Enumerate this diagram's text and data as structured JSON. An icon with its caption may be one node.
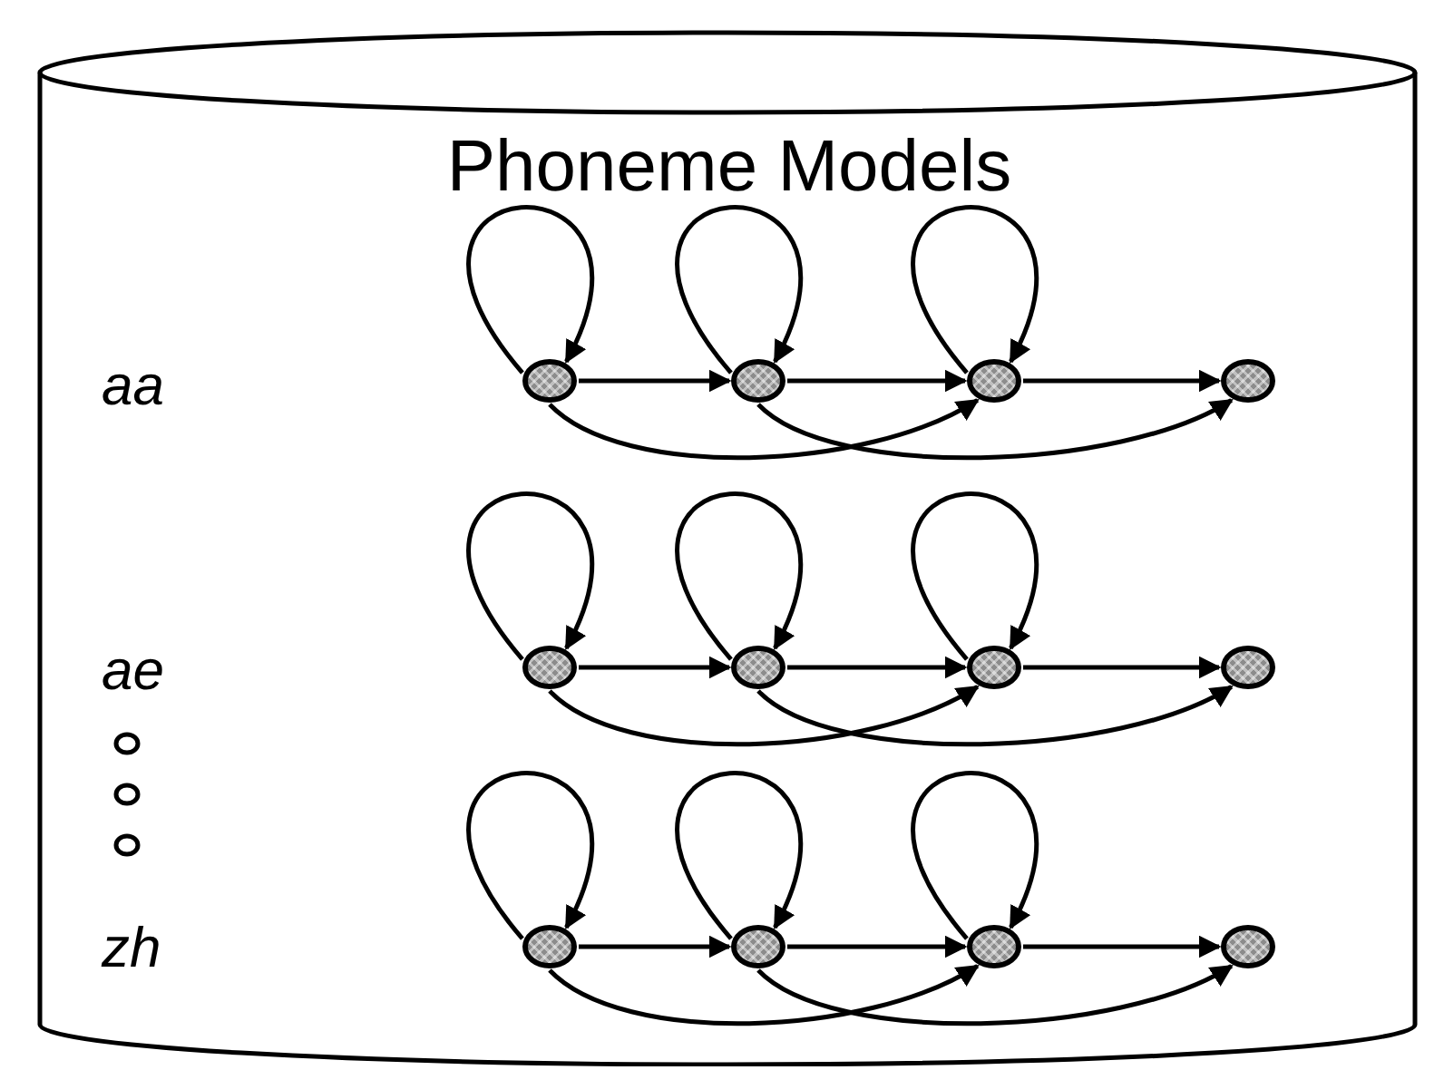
{
  "diagram": {
    "nodes": [
      {
        "text": [
          "Phoneme Models"
        ]
      },
      {
        "text": [],
        "shape": "circle",
        "in": 0
      },
      {
        "text": [],
        "shape": "circle",
        "in": 0
      },
      {
        "text": [],
        "shape": "circle",
        "in": 0
      },
      {
        "text": [],
        "shape": "circle",
        "in": 0
      },
      {
        "text": [],
        "shape": "circle",
        "in": 0
      },
      {
        "text": [],
        "shape": "circle",
        "in": 0
      },
      {
        "text": [],
        "shape": "circle",
        "in": 0
      },
      {
        "text": [],
        "shape": "circle",
        "in": 0
      },
      {
        "text": [],
        "shape": "circle",
        "in": 0
      },
      {
        "text": [],
        "shape": "circle",
        "in": 0
      },
      {
        "text": [],
        "shape": "circle",
        "in": 0
      },
      {
        "text": [],
        "shape": "circle",
        "in": 0
      }
    ],
    "edges": [
      {
        "from": 1,
        "to": 1,
        "arrow": "to"
      },
      {
        "from": 1,
        "to": 2,
        "arrow": "to"
      },
      {
        "from": 2,
        "to": 2,
        "arrow": "to"
      },
      {
        "from": 2,
        "to": 3,
        "arrow": "to"
      },
      {
        "from": 3,
        "to": 3,
        "arrow": "to"
      },
      {
        "from": 3,
        "to": 4,
        "arrow": "to"
      },
      {
        "from": 1,
        "to": 3,
        "arrow": "to"
      },
      {
        "from": 2,
        "to": 4,
        "arrow": "to"
      },
      {
        "from": 5,
        "to": 5,
        "arrow": "to"
      },
      {
        "from": 5,
        "to": 6,
        "arrow": "to"
      },
      {
        "from": 6,
        "to": 6,
        "arrow": "to"
      },
      {
        "from": 6,
        "to": 7,
        "arrow": "to"
      },
      {
        "from": 7,
        "to": 7,
        "arrow": "to"
      },
      {
        "from": 7,
        "to": 8,
        "arrow": "to"
      },
      {
        "from": 5,
        "to": 7,
        "arrow": "to"
      },
      {
        "from": 6,
        "to": 8,
        "arrow": "to"
      },
      {
        "from": 9,
        "to": 9,
        "arrow": "to"
      },
      {
        "from": 9,
        "to": 10,
        "arrow": "to"
      },
      {
        "from": 10,
        "to": 10,
        "arrow": "to"
      },
      {
        "from": 10,
        "to": 11,
        "arrow": "to"
      },
      {
        "from": 11,
        "to": 11,
        "arrow": "to"
      },
      {
        "from": 11,
        "to": 12,
        "arrow": "to"
      },
      {
        "from": 9,
        "to": 11,
        "arrow": "to"
      },
      {
        "from": 10,
        "to": 12,
        "arrow": "to"
      }
    ],
    "labels": [
      "aa",
      "ae",
      "zh"
    ]
  }
}
